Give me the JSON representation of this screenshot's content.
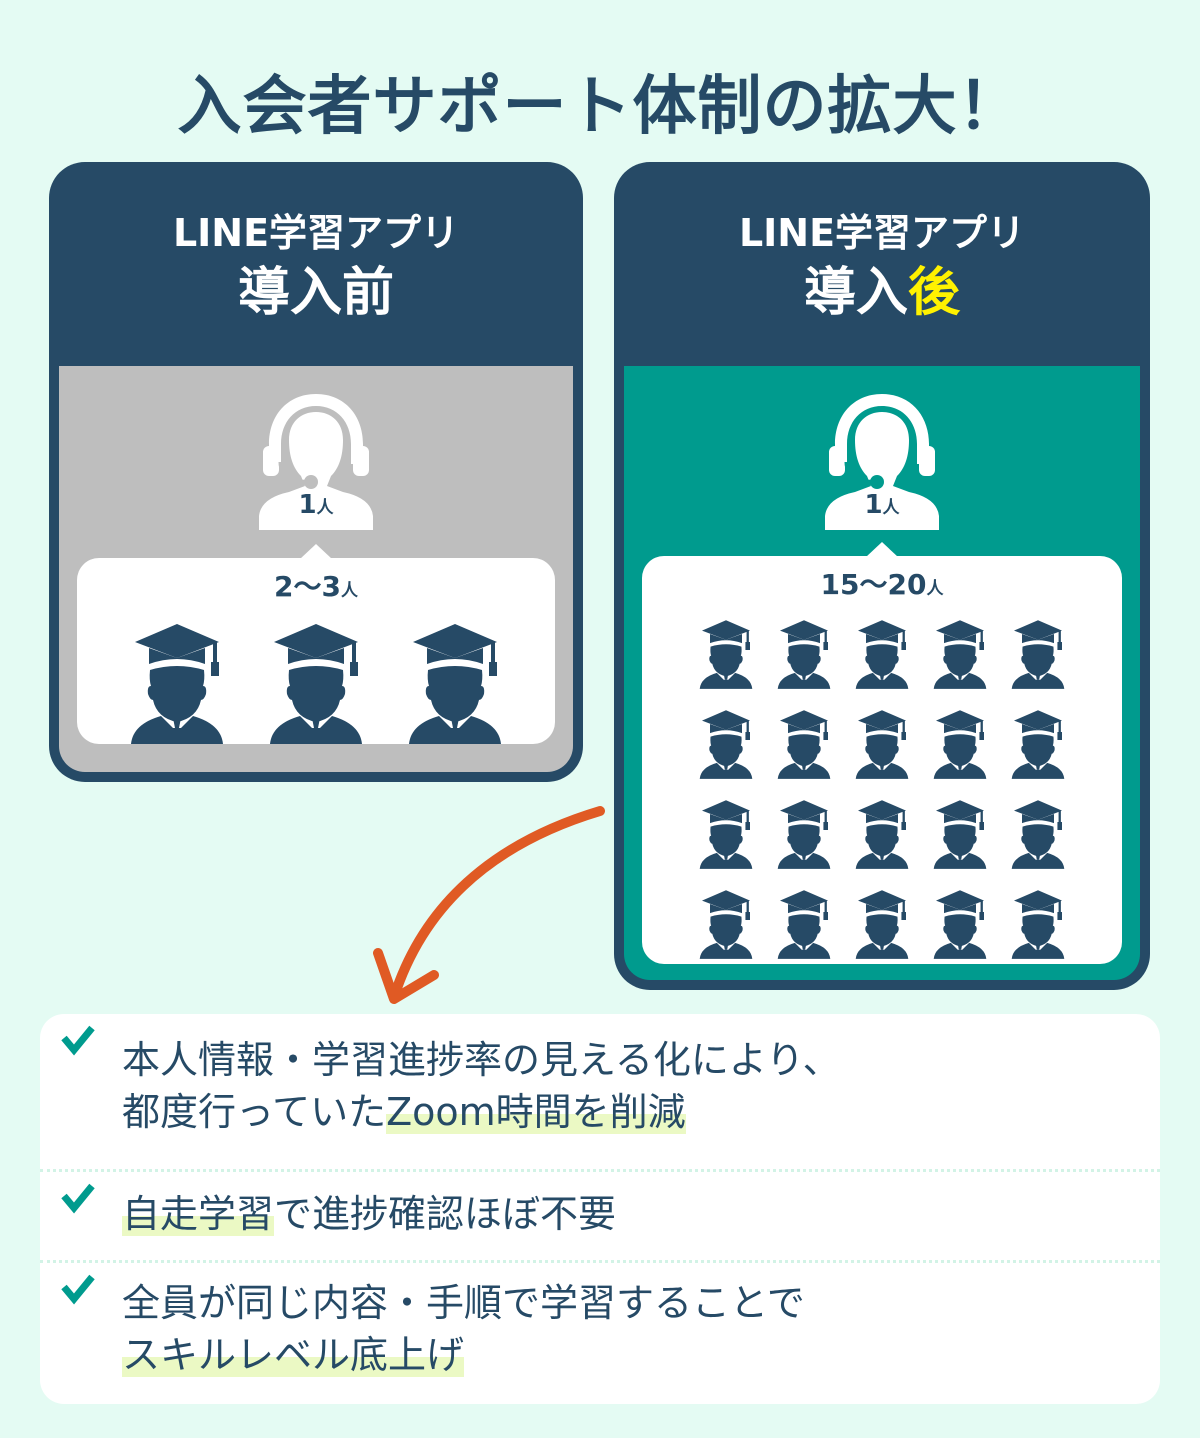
{
  "title": "入会者サポート体制の拡大！",
  "colors": {
    "navy": "#264a66",
    "teal": "#009b8e",
    "gray": "#bebebe",
    "background": "#e4fbf3",
    "highlight_yellow": "#fff200",
    "arrow_orange": "#e05a24",
    "marker_green": "#ebf9c4"
  },
  "before": {
    "subtitle": "LINE学習アプリ",
    "heading_prefix": "導入",
    "heading_suffix": "前",
    "operator_icon": "headset-operator-icon",
    "operator_count": "1",
    "operator_unit": "人",
    "students_count": "2〜3",
    "students_unit": "人",
    "students_icons_shown": 3,
    "student_icon": "graduate-cap-person-icon"
  },
  "after": {
    "subtitle": "LINE学習アプリ",
    "heading_prefix": "導入",
    "heading_suffix": "後",
    "operator_icon": "headset-operator-icon",
    "operator_count": "1",
    "operator_unit": "人",
    "students_count": "15〜20",
    "students_unit": "人",
    "students_icons_shown": 20,
    "student_icon": "graduate-cap-person-icon"
  },
  "arrow_icon": "curved-arrow-down-left-icon",
  "benefits": [
    {
      "icon": "check-icon",
      "line1": "本人情報・学習進捗率の見える化により、",
      "line2_plain": "都度行っていた",
      "line2_marked": "Zoom時間を削減"
    },
    {
      "icon": "check-icon",
      "marked": "自走学習",
      "plain": "で進捗確認ほぼ不要"
    },
    {
      "icon": "check-icon",
      "line1": "全員が同じ内容・手順で学習することで",
      "line2_marked": "スキルレベル底上げ"
    }
  ]
}
